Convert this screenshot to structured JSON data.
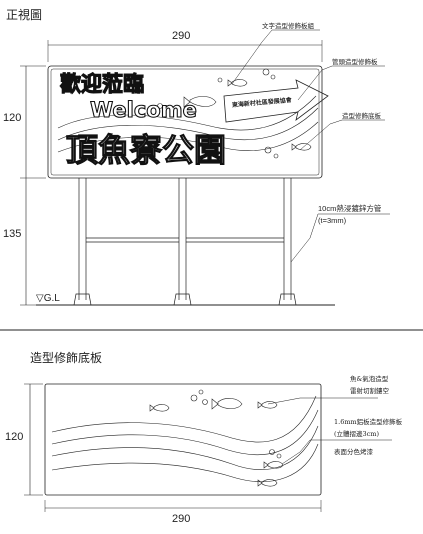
{
  "front_view": {
    "title": "正視圖",
    "width_dim": "290",
    "height_dim_upper": "120",
    "height_dim_lower": "135",
    "ground_label": "▽G.L",
    "sign_text": {
      "line1": "歡迎蒞臨",
      "line2": "Welcome",
      "line3": "頂魚寮公園",
      "arrow_text": "東海新村社區發展協會"
    },
    "callouts": {
      "letters": "文字造型修飾板組",
      "pipe": "管頭造型修飾板",
      "backboard": "造型修飾底板",
      "post": "10cm熱浸鍍鋅方管",
      "post_spec": "(t=3mm)"
    }
  },
  "back_panel": {
    "title": "造型修飾底板",
    "width_dim": "290",
    "height_dim": "120",
    "callouts": {
      "fish": "魚&氣泡造型",
      "fish_cut": "雷射切割鏤空",
      "board": "1.6mm鋁板造型修飾板",
      "board_depth": "(立體摺邊3cm)",
      "paint": "表面分色烤漆"
    }
  }
}
